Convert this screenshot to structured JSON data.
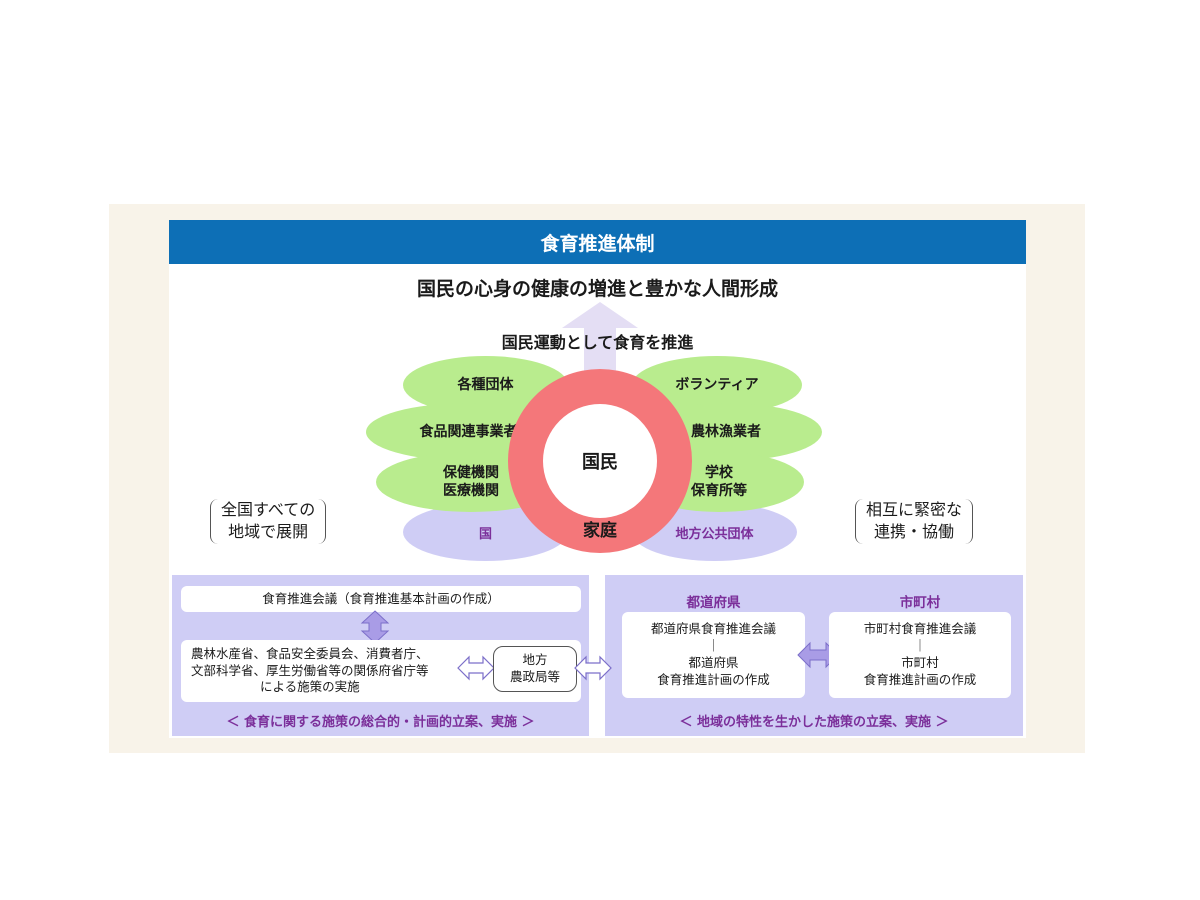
{
  "title": "食育推進体制",
  "goal": "国民の心身の健康の増進と豊かな人間形成",
  "movement": "国民運動として食育を推進",
  "center": {
    "people": "国民",
    "family": "家庭"
  },
  "petals_left": [
    {
      "label": "各種団体"
    },
    {
      "label": "食品関連事業者"
    },
    {
      "label": "保健機関\n医療機関"
    }
  ],
  "petals_right": [
    {
      "label": "ボランティア"
    },
    {
      "label": "農林漁業者"
    },
    {
      "label": "学校\n保育所等"
    }
  ],
  "national_label": "国",
  "local_gov_label": "地方公共団体",
  "left_note": "全国すべての\n地域で展開",
  "right_note": "相互に緊密な\n連携・協働",
  "national_panel": {
    "council": "食育推進会議（食育推進基本計画の作成）",
    "ministries": "農林水産省、食品安全委員会、消費者庁、\n文部科学省、厚生労働省等の関係府省庁等\nによる施策の実施",
    "regional_office": "地方\n農政局等",
    "footer": "＜ 食育に関する施策の総合的・計画的立案、実施 ＞"
  },
  "local_panel": {
    "prefecture_heading": "都道府県",
    "prefecture_box": "都道府県食育推進会議\n｜\n都道府県\n食育推進計画の作成",
    "municipality_heading": "市町村",
    "municipality_box": "市町村食育推進会議\n｜\n市町村\n食育推進計画の作成",
    "footer": "＜ 地域の特性を生かした施策の立案、実施 ＞"
  },
  "colors": {
    "title_bar": "#0d6fb6",
    "petal_green": "#b9ec8e",
    "petal_blue": "#cfcdf5",
    "ring": "#f4777a",
    "accent_purple": "#7b2f9a",
    "frame_bg": "#f8f3e9"
  }
}
